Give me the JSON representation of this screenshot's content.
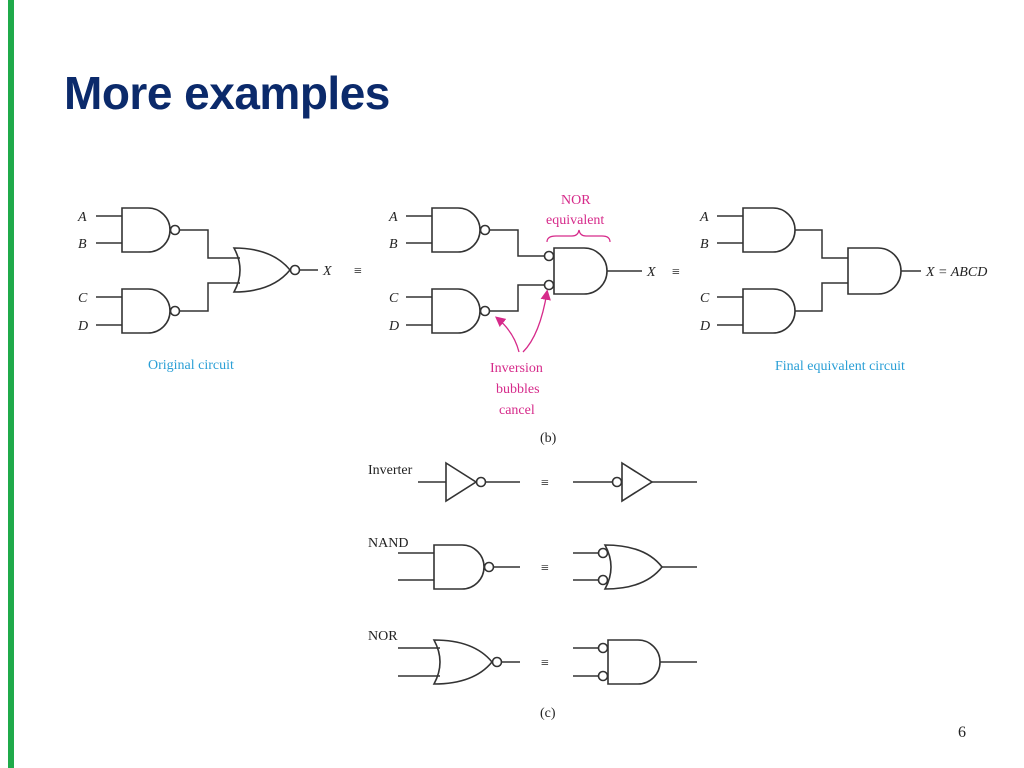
{
  "slide": {
    "title": "More examples",
    "page_number": "6"
  },
  "figure_b": {
    "inputs": [
      "A",
      "B",
      "C",
      "D"
    ],
    "output": "X",
    "final_output": "X = ABCD",
    "equiv": "≡",
    "nor_label": "NOR",
    "nor_equiv_label": "equivalent",
    "bubbles_label": [
      "Inversion",
      "bubbles",
      "cancel"
    ],
    "caption_original": "Original circuit",
    "caption_final": "Final equivalent circuit",
    "panel_label": "(b)"
  },
  "figure_c": {
    "rows": [
      {
        "name": "Inverter",
        "equiv": "≡"
      },
      {
        "name": "NAND",
        "equiv": "≡"
      },
      {
        "name": "NOR",
        "equiv": "≡"
      }
    ],
    "panel_label": "(c)"
  },
  "colors": {
    "title": "#0b2a6b",
    "accent_bar": "#1faa4a",
    "caption": "#2a9fd6",
    "annotation": "#d62a8a"
  }
}
